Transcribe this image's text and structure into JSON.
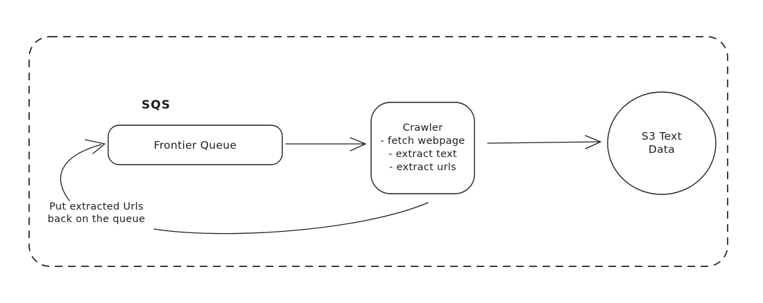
{
  "colors": {
    "background": "#ffffff",
    "stroke": "#1e1e1e",
    "text": "#1e1e1e"
  },
  "nodes": {
    "sqs_label": "SQS",
    "frontier_queue_label": "Frontier Queue",
    "crawler_title": "Crawler",
    "crawler_items": [
      "- fetch webpage",
      "- extract text",
      "- extract urls"
    ],
    "s3_line1": "S3 Text",
    "s3_line2": "Data"
  },
  "annotations": {
    "feedback_line1": "Put extracted Urls",
    "feedback_line2": "back on the queue"
  }
}
